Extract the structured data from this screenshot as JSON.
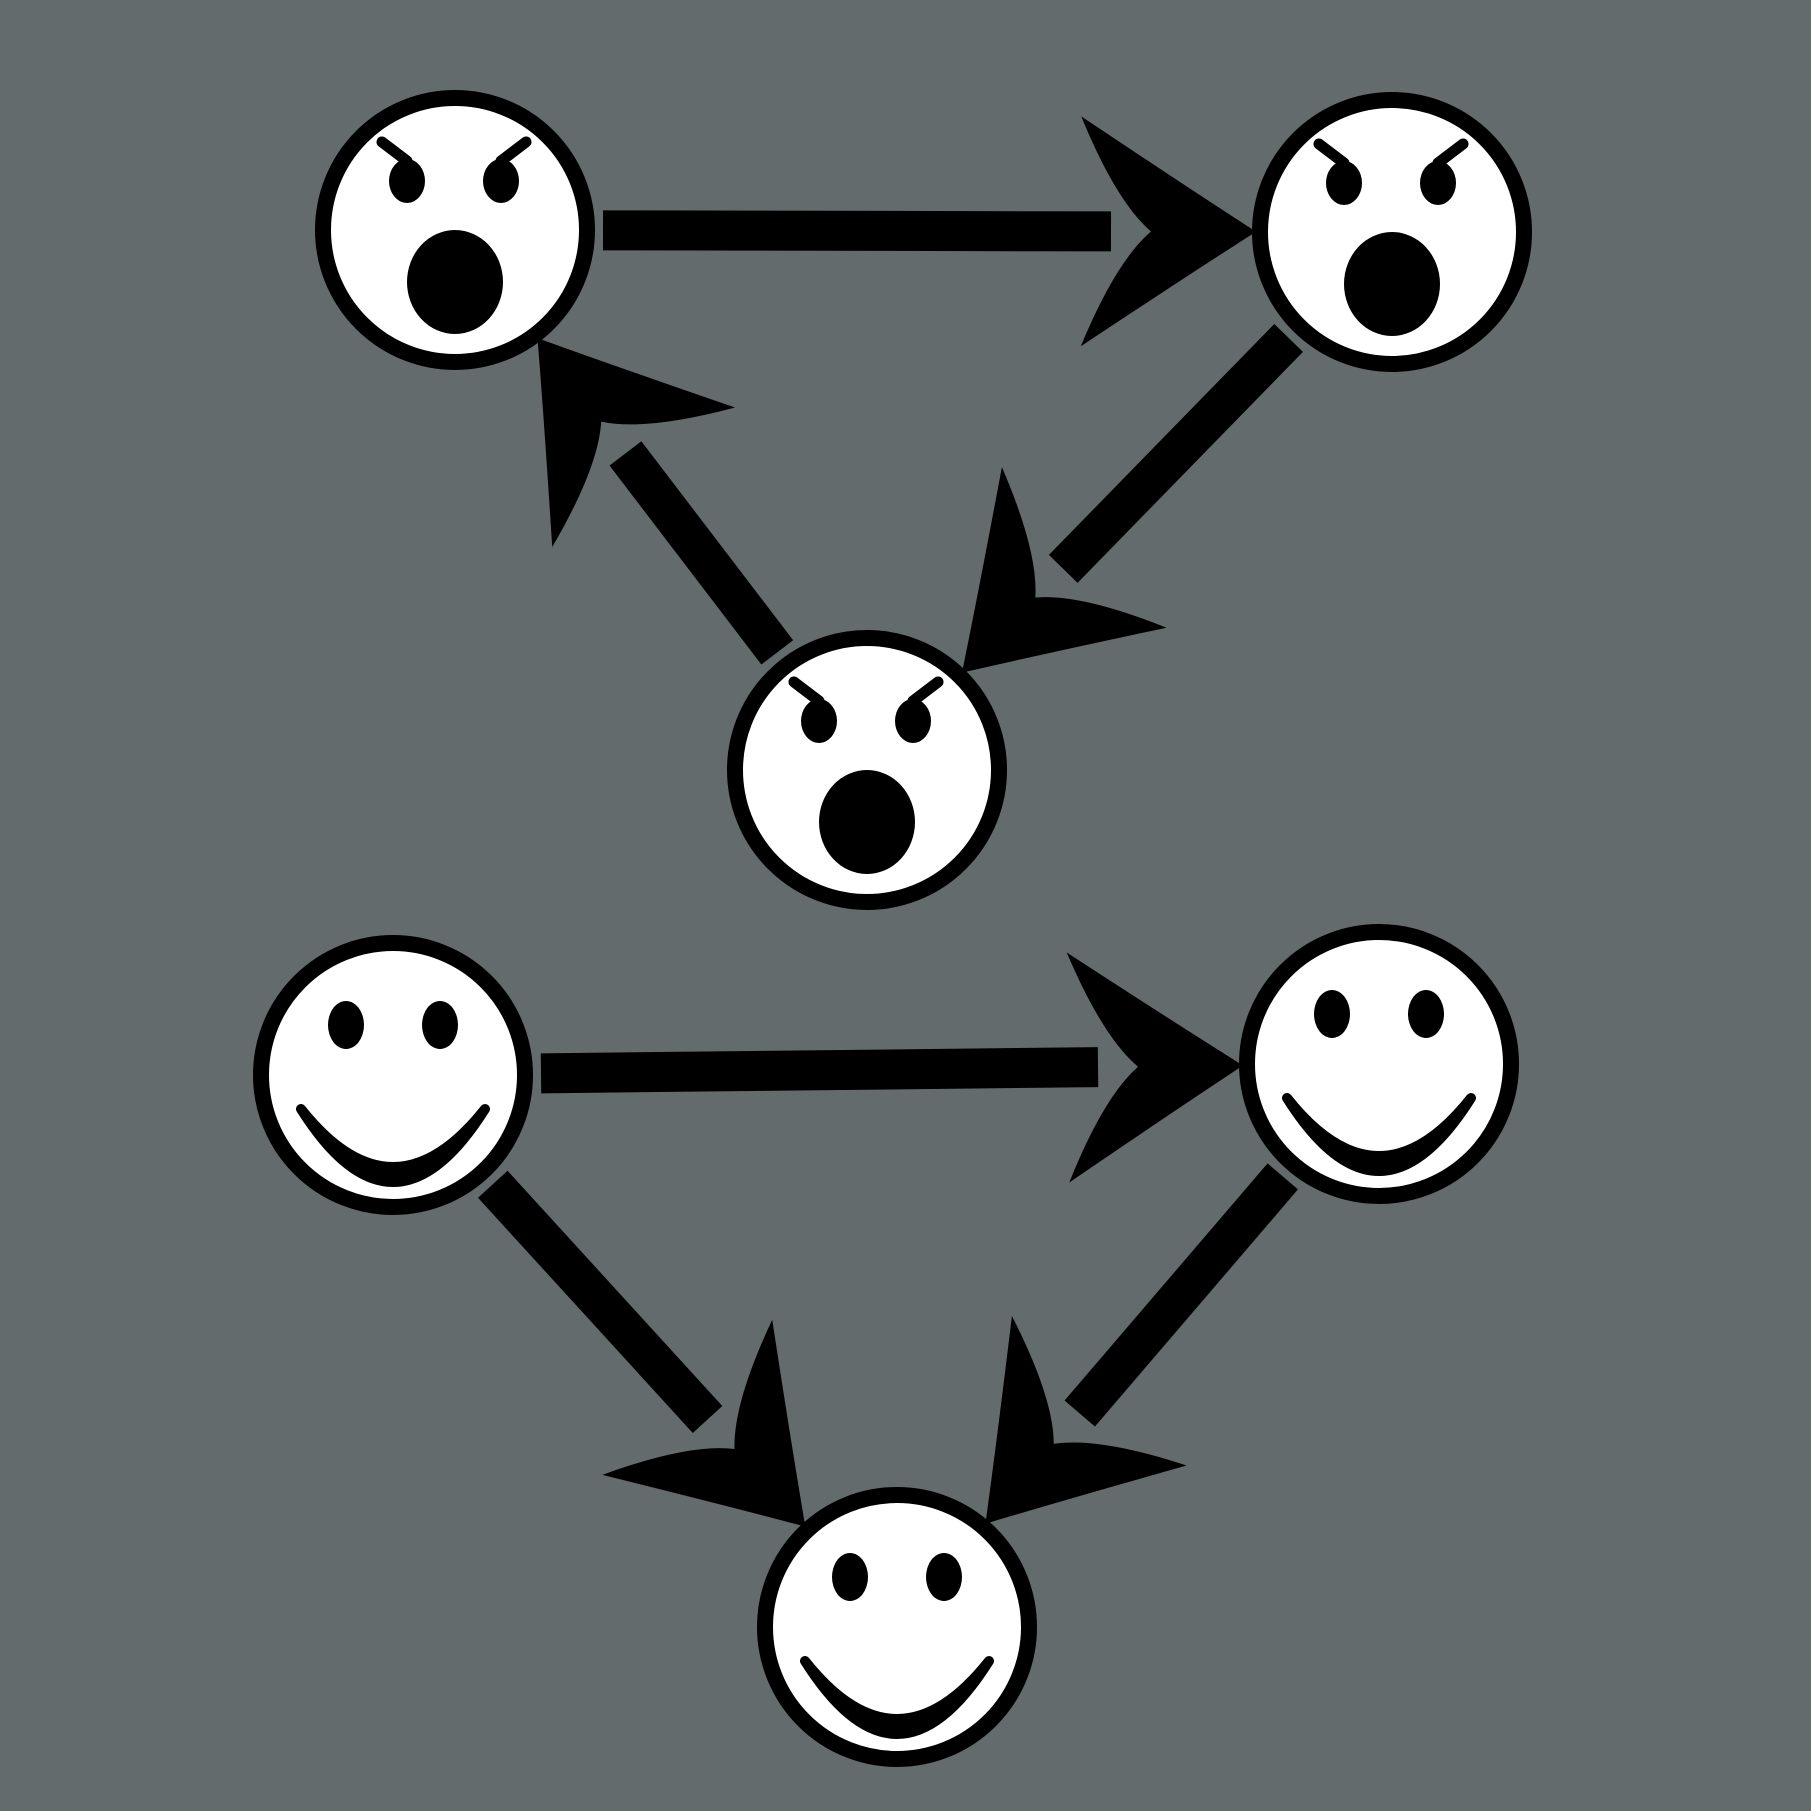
{
  "colors": {
    "background": "#636b6d",
    "face_fill": "#ffffff",
    "ink": "#000000"
  },
  "diagram": {
    "groups": [
      {
        "id": "angry-cycle",
        "expression": "angry",
        "faces": [
          {
            "id": "angry-top-left",
            "icon": "angry-face-icon"
          },
          {
            "id": "angry-top-right",
            "icon": "angry-face-icon"
          },
          {
            "id": "angry-bottom",
            "icon": "angry-face-icon"
          }
        ],
        "edges": [
          {
            "from": "angry-top-left",
            "to": "angry-top-right"
          },
          {
            "from": "angry-top-right",
            "to": "angry-bottom"
          },
          {
            "from": "angry-bottom",
            "to": "angry-top-left"
          }
        ]
      },
      {
        "id": "happy-converging",
        "expression": "happy",
        "faces": [
          {
            "id": "happy-top-left",
            "icon": "smiley-face-icon"
          },
          {
            "id": "happy-top-right",
            "icon": "smiley-face-icon"
          },
          {
            "id": "happy-bottom",
            "icon": "smiley-face-icon"
          }
        ],
        "edges": [
          {
            "from": "happy-top-left",
            "to": "happy-top-right"
          },
          {
            "from": "happy-top-left",
            "to": "happy-bottom"
          },
          {
            "from": "happy-top-right",
            "to": "happy-bottom"
          }
        ]
      }
    ]
  }
}
